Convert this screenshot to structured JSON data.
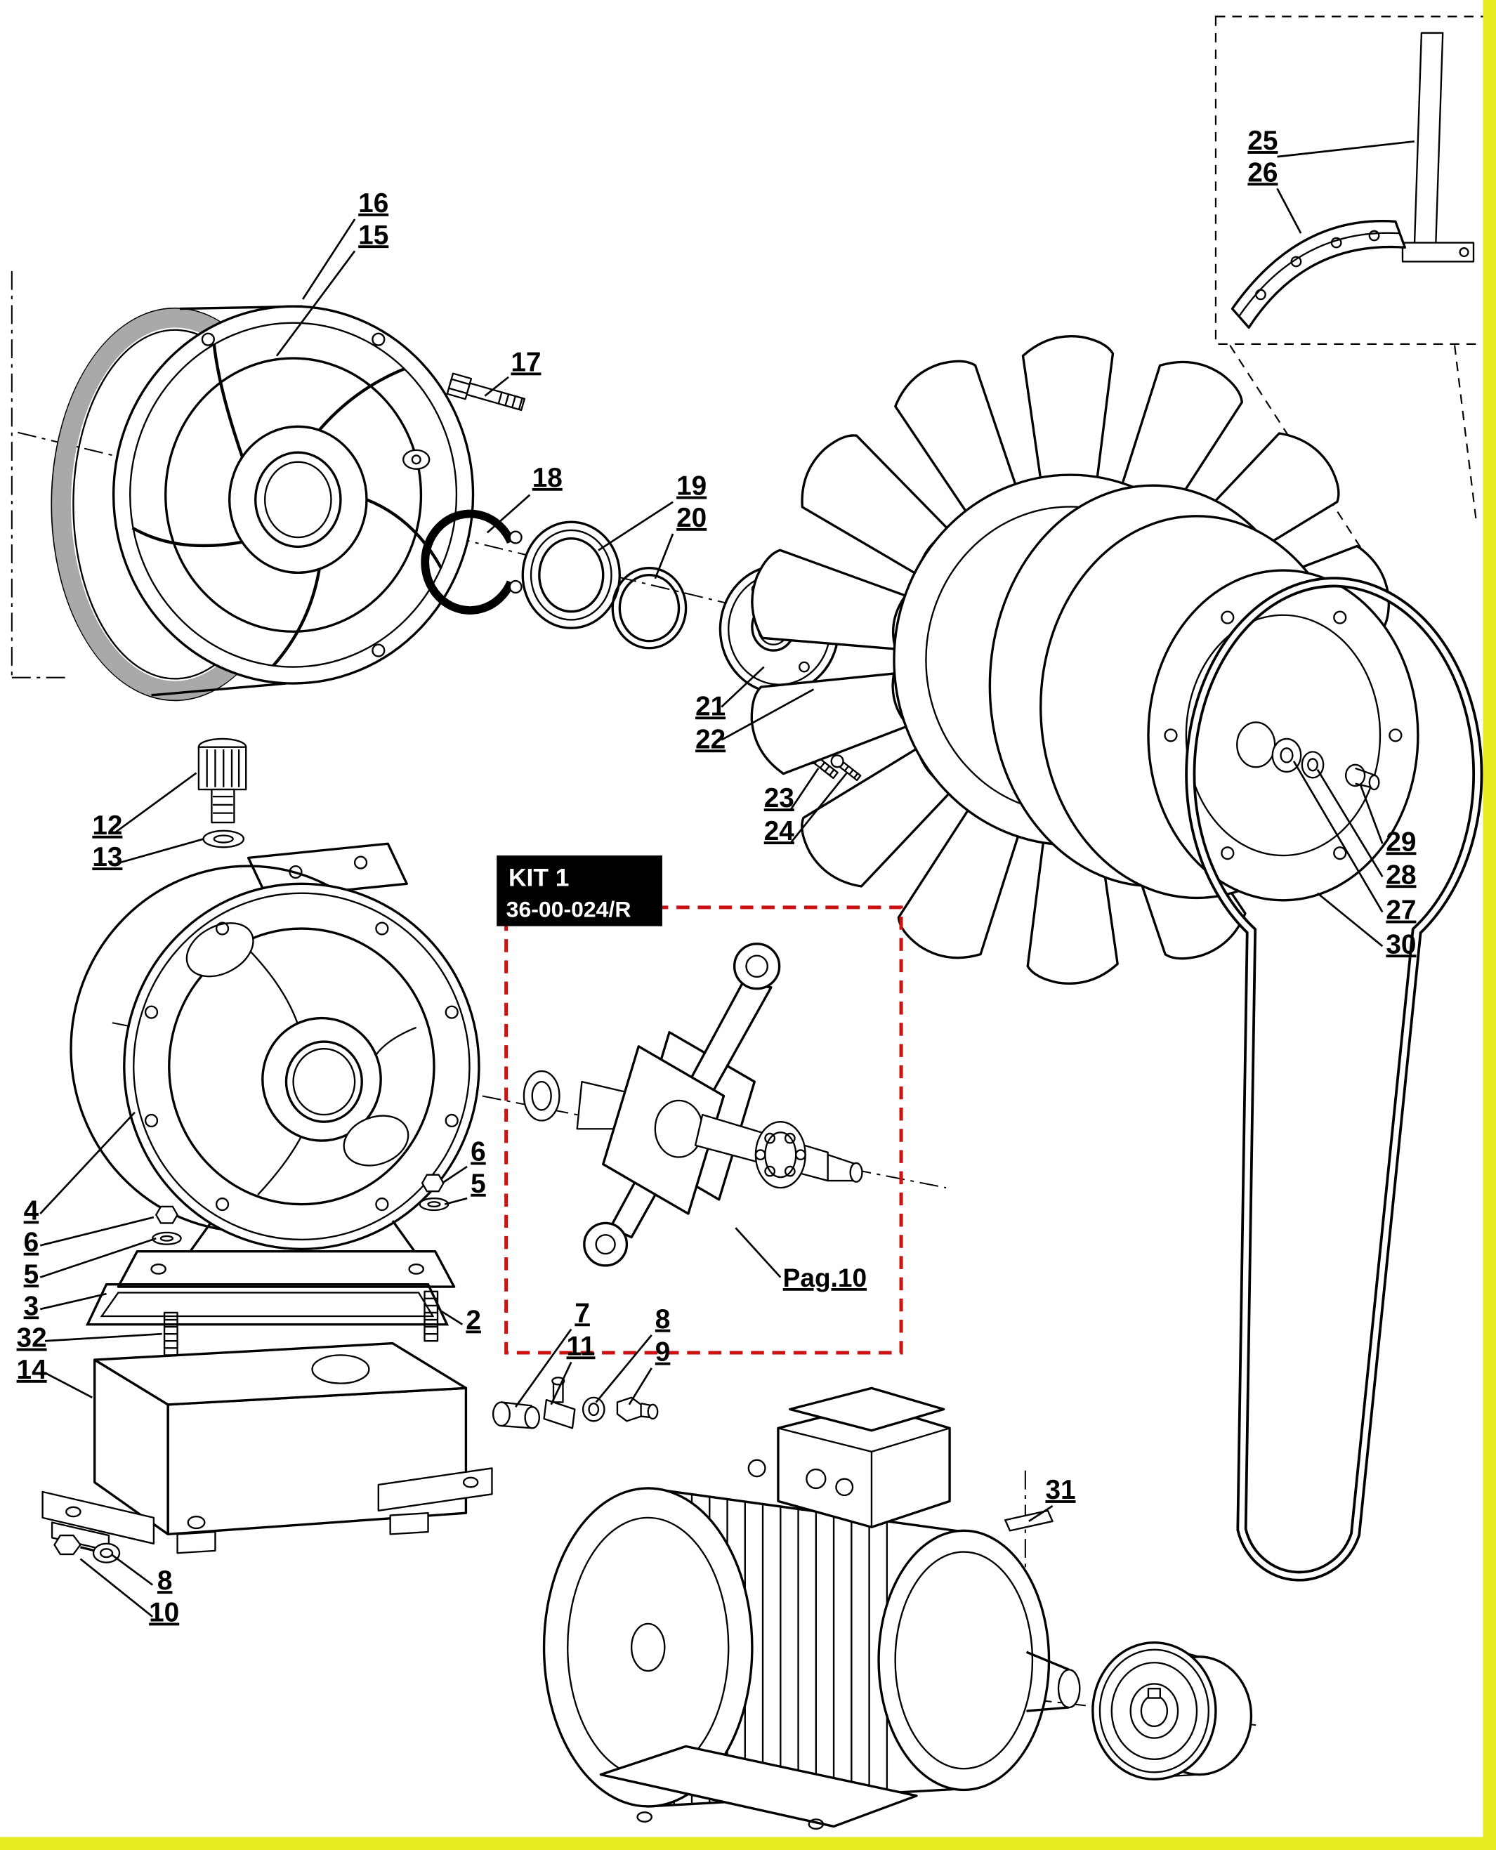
{
  "diagram": {
    "kit_label": {
      "line1": "KIT 1",
      "line2": "36-00-024/R"
    },
    "page_ref": "Pag.10",
    "colors": {
      "edge_highlight": "#e5ed1e",
      "kit_dash": "#cc1111",
      "gasket_gray": "#a9a9a9",
      "kit_box_bg": "#000000"
    }
  },
  "callouts": {
    "c16": "16",
    "c15": "15",
    "c17": "17",
    "c18": "18",
    "c19": "19",
    "c20": "20",
    "c21": "21",
    "c22": "22",
    "c23": "23",
    "c24": "24",
    "c25": "25",
    "c26": "26",
    "c12": "12",
    "c13": "13",
    "c4": "4",
    "c6a": "6",
    "c5a": "5",
    "c3": "3",
    "c32": "32",
    "c14": "14",
    "c6b": "6",
    "c5b": "5",
    "c2": "2",
    "c7": "7",
    "c11": "11",
    "c8a": "8",
    "c9": "9",
    "c8b": "8",
    "c10": "10",
    "c29": "29",
    "c28": "28",
    "c27": "27",
    "c30": "30",
    "c31": "31"
  }
}
